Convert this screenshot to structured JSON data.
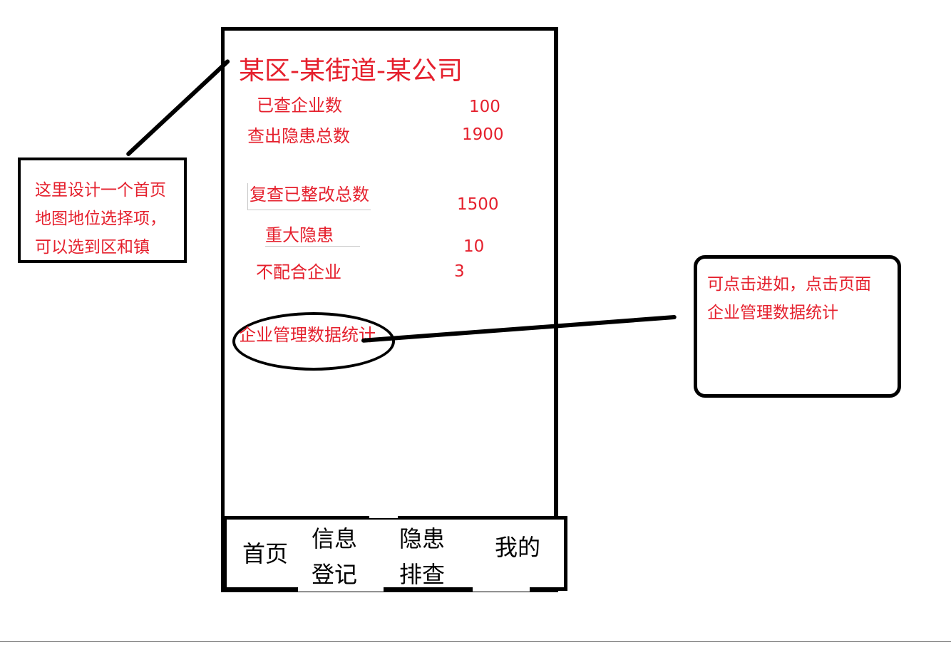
{
  "header": {
    "region_selector": "某区-某街道-某公司"
  },
  "stats": [
    {
      "label": "已查企业数",
      "value": "100"
    },
    {
      "label": "查出隐患总数",
      "value": "1900"
    },
    {
      "label": "复查已整改总数",
      "value": "1500"
    },
    {
      "label": "重大隐患",
      "value": "10"
    },
    {
      "label": "不配合企业",
      "value": "3"
    }
  ],
  "management_link": "企业管理数据统计",
  "tabbar": {
    "home": "首页",
    "info_line1": "信息",
    "info_line2": "登记",
    "hazard_line1": "隐患",
    "hazard_line2": "排查",
    "mine": "我的"
  },
  "annotations": {
    "left_line1": "这里设计一个首页",
    "left_line2": "地图地位选择项，",
    "left_line3": "可以选到区和镇",
    "right_line1": "可点击进如，点击页面",
    "right_line2": "企业管理数据统计"
  },
  "colors": {
    "text_red": "#e5202d",
    "frame": "#000000"
  }
}
